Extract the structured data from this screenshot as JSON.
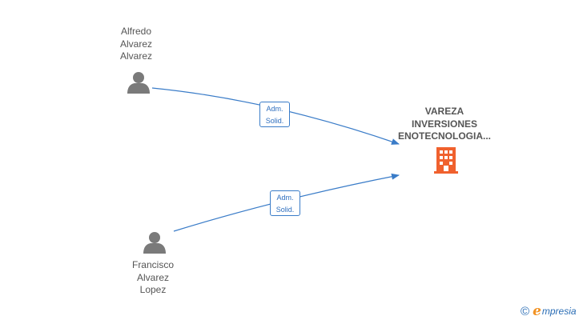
{
  "nodes": {
    "person_top": {
      "lines": [
        "Alfredo",
        "Alvarez",
        "Alvarez"
      ],
      "icon": "person-icon"
    },
    "person_bottom": {
      "lines": [
        "Francisco",
        "Alvarez",
        "Lopez"
      ],
      "icon": "person-icon"
    },
    "company": {
      "lines": [
        "VAREZA",
        "INVERSIONES",
        "ENOTECNOLOGIA..."
      ],
      "icon": "building-icon"
    }
  },
  "edges": {
    "top": {
      "label": [
        "Adm.",
        "Solid."
      ]
    },
    "bottom": {
      "label": [
        "Adm.",
        "Solid."
      ]
    }
  },
  "colors": {
    "edge": "#3a7cc8",
    "person": "#7a7a7a",
    "company": "#f0612e",
    "text": "#555555"
  },
  "watermark": {
    "symbol": "©",
    "initial": "e",
    "brand": "mpresia"
  }
}
